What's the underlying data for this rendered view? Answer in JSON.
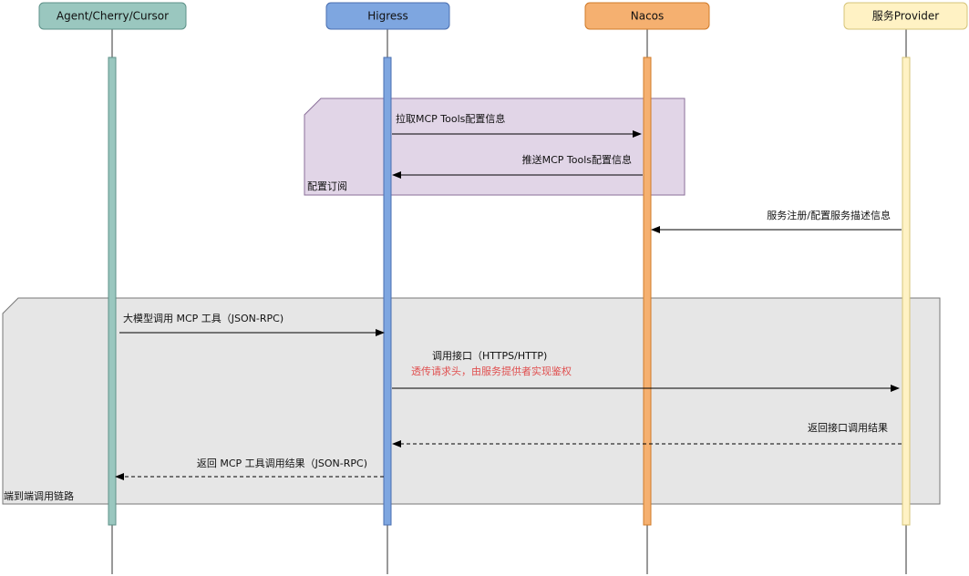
{
  "colors": {
    "agent_fill": "#9ac7bf",
    "agent_stroke": "#5e9188",
    "higress_fill": "#7ea6e0",
    "higress_stroke": "#4a6fb0",
    "nacos_fill": "#f5b070",
    "nacos_stroke": "#d07b2a",
    "provider_fill": "#fff2c4",
    "provider_stroke": "#d6c47a",
    "config_frame_fill": "#e1d5e7",
    "config_frame_stroke": "#8a6f99",
    "e2e_frame_fill": "#e6e6e6",
    "e2e_frame_stroke": "#777777",
    "note_red": "#e05050"
  },
  "actors": [
    {
      "id": "agent",
      "label": "Agent/Cherry/Cursor"
    },
    {
      "id": "higress",
      "label": "Higress"
    },
    {
      "id": "nacos",
      "label": "Nacos"
    },
    {
      "id": "provider",
      "label": "服务Provider"
    }
  ],
  "frames": {
    "config": {
      "label": "配置订阅"
    },
    "e2e": {
      "label": "端到端调用链路"
    }
  },
  "messages": [
    {
      "label": "拉取MCP Tools配置信息",
      "style": "solid"
    },
    {
      "label": "推送MCP Tools配置信息",
      "style": "solid"
    },
    {
      "label": "服务注册/配置服务描述信息",
      "style": "solid"
    },
    {
      "label": "大模型调用 MCP 工具（JSON-RPC)",
      "style": "solid"
    },
    {
      "label": "调用接口（HTTPS/HTTP)",
      "note": "透传请求头，由服务提供者实现鉴权",
      "style": "solid"
    },
    {
      "label": "返回接口调用结果",
      "style": "dashed"
    },
    {
      "label": "返回 MCP 工具调用结果（JSON-RPC)",
      "style": "dashed"
    }
  ]
}
